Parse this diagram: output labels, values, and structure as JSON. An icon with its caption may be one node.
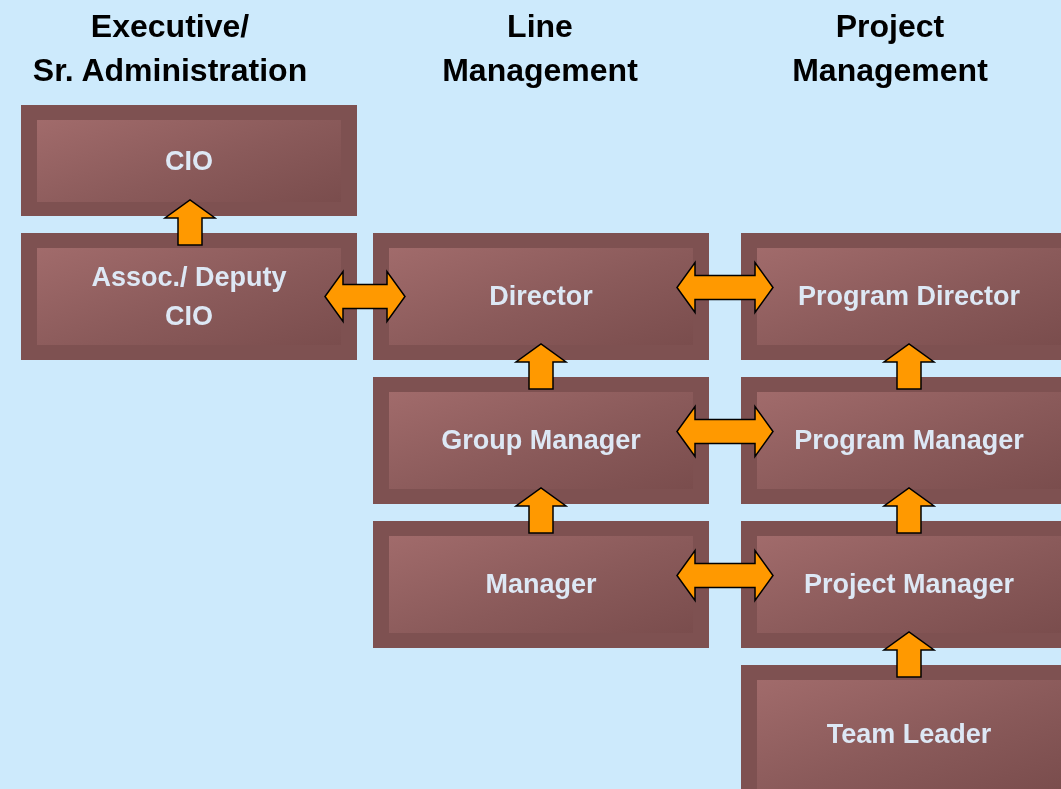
{
  "diagram": {
    "nodes": [
      {
        "text": [
          "CIO"
        ]
      },
      {
        "text": [
          "Assoc./ Deputy CIO"
        ]
      },
      {
        "text": [
          "Director"
        ]
      },
      {
        "text": [
          "Program Director"
        ]
      },
      {
        "text": [
          "Group Manager"
        ]
      },
      {
        "text": [
          "Program Manager"
        ]
      },
      {
        "text": [
          "Manager"
        ]
      },
      {
        "text": [
          "Project Manager"
        ]
      },
      {
        "text": [
          "Team Leader"
        ]
      }
    ],
    "edges": [
      {
        "from": 1,
        "to": 0,
        "arrow": "to"
      },
      {
        "from": 1,
        "to": 2,
        "arrow": "both"
      },
      {
        "from": 2,
        "to": 3,
        "arrow": "both"
      },
      {
        "from": 4,
        "to": 2,
        "arrow": "to"
      },
      {
        "from": 5,
        "to": 3,
        "arrow": "to"
      },
      {
        "from": 4,
        "to": 5,
        "arrow": "both"
      },
      {
        "from": 6,
        "to": 4,
        "arrow": "to"
      },
      {
        "from": 7,
        "to": 5,
        "arrow": "to"
      },
      {
        "from": 6,
        "to": 7,
        "arrow": "both"
      },
      {
        "from": 8,
        "to": 7,
        "arrow": "to"
      }
    ],
    "labels": [
      "Executive/ Sr. Administration",
      "Line Management",
      "Project Management"
    ]
  }
}
